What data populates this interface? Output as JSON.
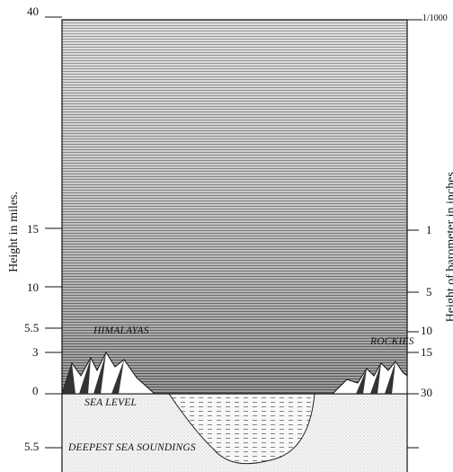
{
  "left_axis": {
    "title": "Height in miles.",
    "ticks": [
      "40",
      "15",
      "10",
      "5.5",
      "3",
      "0",
      "5.5"
    ]
  },
  "right_axis": {
    "title": "Height of barometer in inches.",
    "ticks": [
      "1/1000",
      "1",
      "5",
      "10",
      "15",
      "30"
    ]
  },
  "labels": {
    "himalayas": "HIMALAYAS",
    "rockies": "ROCKIES",
    "sea_level": "SEA LEVEL",
    "deepest": "DEEPEST SEA SOUNDINGS"
  }
}
